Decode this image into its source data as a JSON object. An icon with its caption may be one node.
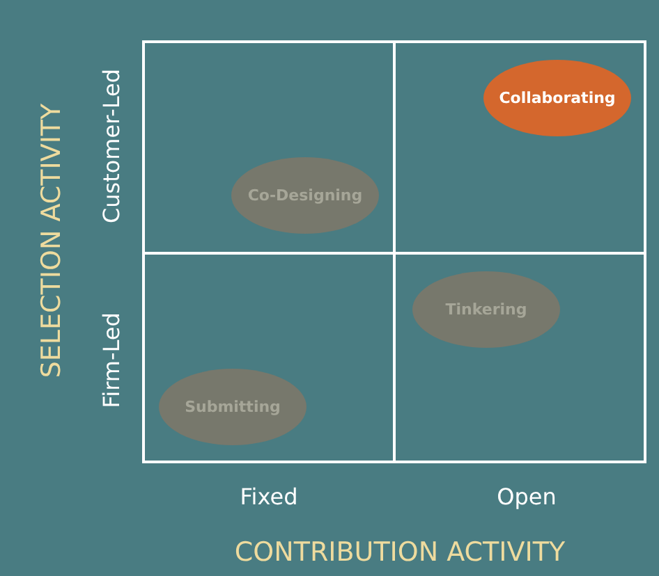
{
  "diagram": {
    "nodes": [
      {
        "text": [
          "Collaborating"
        ]
      },
      {
        "text": [
          "Co-Designing"
        ]
      },
      {
        "text": [
          "Tinkering"
        ]
      },
      {
        "text": [
          "Submitting"
        ]
      }
    ],
    "labels": [
      "SELECTION ACTIVITY",
      "Customer-Led",
      "Firm-Led",
      "Fixed",
      "Open",
      "CONTRIBUTION ACTIVITY"
    ]
  }
}
